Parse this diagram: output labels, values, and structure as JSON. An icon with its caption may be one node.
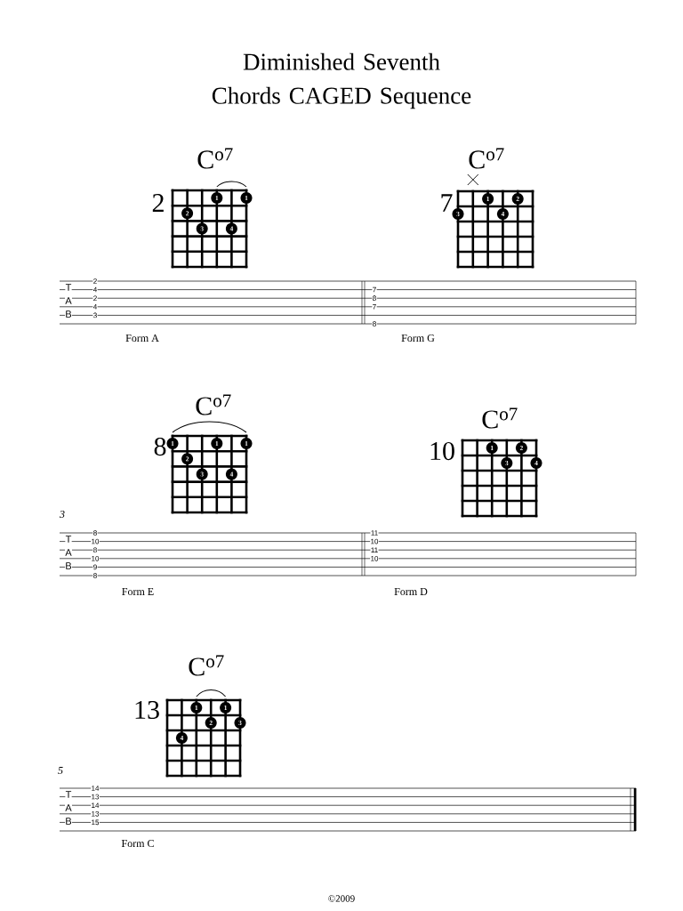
{
  "diagram": {
    "title": "Diminished Seventh Chords CAGED Sequence",
    "nodes": [
      {
        "text": [
          "1"
        ]
      },
      {
        "text": [
          "1"
        ]
      },
      {
        "text": [
          "2"
        ]
      },
      {
        "text": [
          "3"
        ]
      },
      {
        "text": [
          "4"
        ]
      },
      {
        "text": [
          "1"
        ]
      },
      {
        "text": [
          "2"
        ]
      },
      {
        "text": [
          "3"
        ]
      },
      {
        "text": [
          "4"
        ]
      },
      {
        "text": [
          "1"
        ]
      },
      {
        "text": [
          "1"
        ]
      },
      {
        "text": [
          "1"
        ]
      },
      {
        "text": [
          "2"
        ]
      },
      {
        "text": [
          "3"
        ]
      },
      {
        "text": [
          "4"
        ]
      },
      {
        "text": [
          "1"
        ]
      },
      {
        "text": [
          "2"
        ]
      },
      {
        "text": [
          "3"
        ]
      },
      {
        "text": [
          "4"
        ]
      },
      {
        "text": [
          "1"
        ]
      },
      {
        "text": [
          "1"
        ]
      },
      {
        "text": [
          "2"
        ]
      },
      {
        "text": [
          "3"
        ]
      },
      {
        "text": [
          "4"
        ]
      }
    ],
    "labels": [
      "C$^{o7}$",
      "C$^{o7}$",
      "2",
      "7",
      "T",
      "A",
      "B",
      "2",
      "4",
      "2",
      "4",
      "3",
      "7",
      "8",
      "7",
      "8",
      "Form A",
      "Form G",
      "C$^{o7}$",
      "C$^{o7}$",
      "8",
      "10",
      "3",
      "T",
      "A",
      "B",
      "8",
      "10",
      "8",
      "10",
      "9",
      "8",
      "11",
      "10",
      "11",
      "10",
      "Form E",
      "Form D",
      "C$^{o7}$",
      "13",
      "5",
      "T",
      "A",
      "B",
      "14",
      "13",
      "14",
      "13",
      "15",
      "Form C",
      "©2009"
    ]
  }
}
